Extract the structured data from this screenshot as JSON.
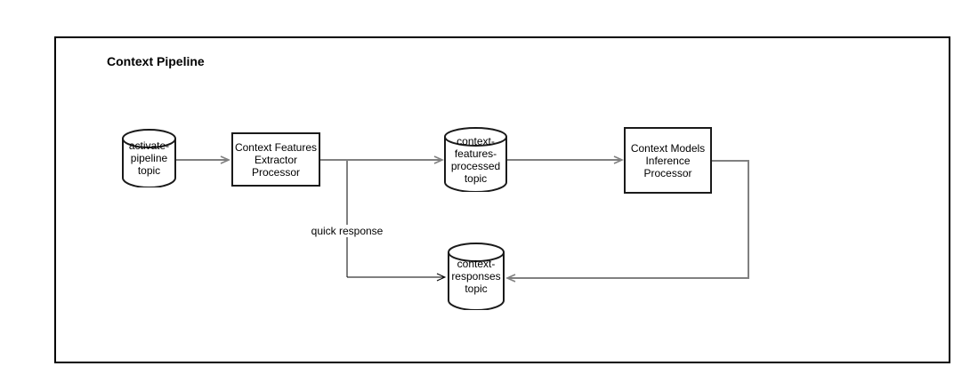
{
  "colors": {
    "canvas-bg": "#ffffff",
    "frame-border": "#000000",
    "node-border": "#1a1a1a",
    "node-fill": "#ffffff",
    "connector-gray": "#808080",
    "connector-dark": "#000000",
    "text": "#000000"
  },
  "diagram": {
    "title": "Context Pipeline",
    "nodes": {
      "activate_topic": {
        "label": "activate-\npipeline\ntopic",
        "shape": "cylinder"
      },
      "features_extractor": {
        "label": "Context Features\nExtractor\nProcessor",
        "shape": "rect"
      },
      "features_topic": {
        "label": "context-\nfeatures-\nprocessed\ntopic",
        "shape": "cylinder"
      },
      "models_inference": {
        "label": "Context Models\nInference\nProcessor",
        "shape": "rect"
      },
      "responses_topic": {
        "label": "context-\nresponses\ntopic",
        "shape": "cylinder"
      }
    },
    "edge_labels": {
      "quick_response": "quick response"
    }
  }
}
